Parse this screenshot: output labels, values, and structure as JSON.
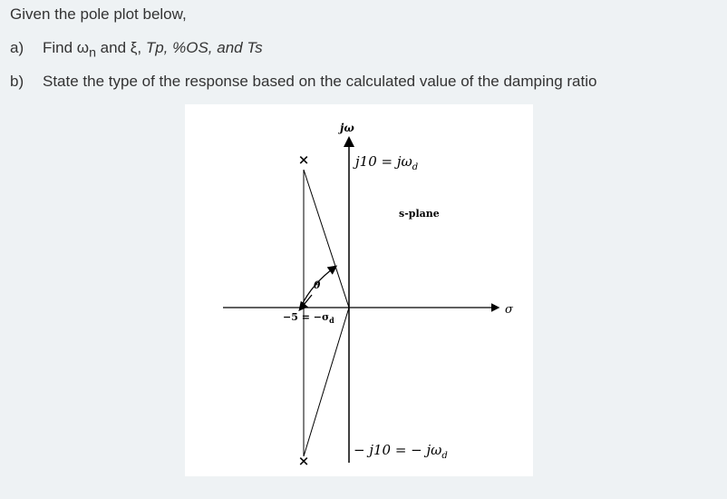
{
  "question": {
    "intro": "Given the pole plot below,",
    "part_a": {
      "label": "a)",
      "text_1": "Find ",
      "omega": "ω",
      "omega_sub": "n",
      "text_2": " and ξ, ",
      "italic": "Tp, %OS, and Ts"
    },
    "part_b": {
      "label": "b)",
      "text": "State the type of the response based on the calculated value of the damping ratio"
    }
  },
  "figure": {
    "axis_j": "jω",
    "axis_sigma": "σ",
    "plane_label": "s-plane",
    "angle_label": "θ",
    "pole_symbol": "×",
    "upper_label": "j10 = jω",
    "upper_sub": "d",
    "lower_label": "− j10 = − jω",
    "lower_sub": "d",
    "real_label_a": "−5 = −σ",
    "real_sub": "d"
  }
}
